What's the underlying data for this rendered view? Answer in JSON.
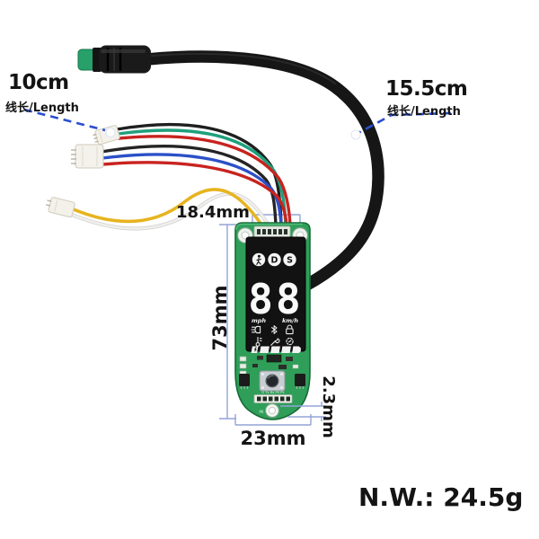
{
  "product": {
    "net_weight": "N.W.: 24.5g",
    "description": "scooter dashboard circuit board with wiring harness"
  },
  "annotations": {
    "left_cable_length": "10cm",
    "left_cable_caption": "线长/Length",
    "right_cable_length": "15.5cm",
    "right_cable_caption": "线长/Length",
    "connector_width": "18.4mm",
    "board_height": "73mm",
    "hole_gap": "2.3mm",
    "board_width": "23mm"
  },
  "display": {
    "speed": "88",
    "unit_left": "mph",
    "unit_right": "km/h",
    "mode_drive": "D",
    "mode_sport": "S",
    "icons": [
      "pedestrian-icon",
      "drive-mode-badge",
      "sport-mode-badge",
      "headlight-icon",
      "bluetooth-icon",
      "lock-icon",
      "temperature-icon",
      "wrench-icon",
      "cruise-icon",
      "battery-gauge"
    ]
  },
  "pcb": {
    "pin_labels": "G Tx Rx P0 P5",
    "hole_label": "PK"
  },
  "colors": {
    "callout_blue": "#2a4fd0",
    "dimension_line": "#93a4d6",
    "pcb_green": "#2f9e58",
    "pcb_edge": "#176b38",
    "display_black": "#121212",
    "wire_red": "#c8231f",
    "wire_blue": "#2b50c8",
    "wire_teal": "#1fa07c",
    "wire_yellow": "#e7b41f",
    "connector_green": "#27a06a",
    "cable_black": "#161616"
  }
}
